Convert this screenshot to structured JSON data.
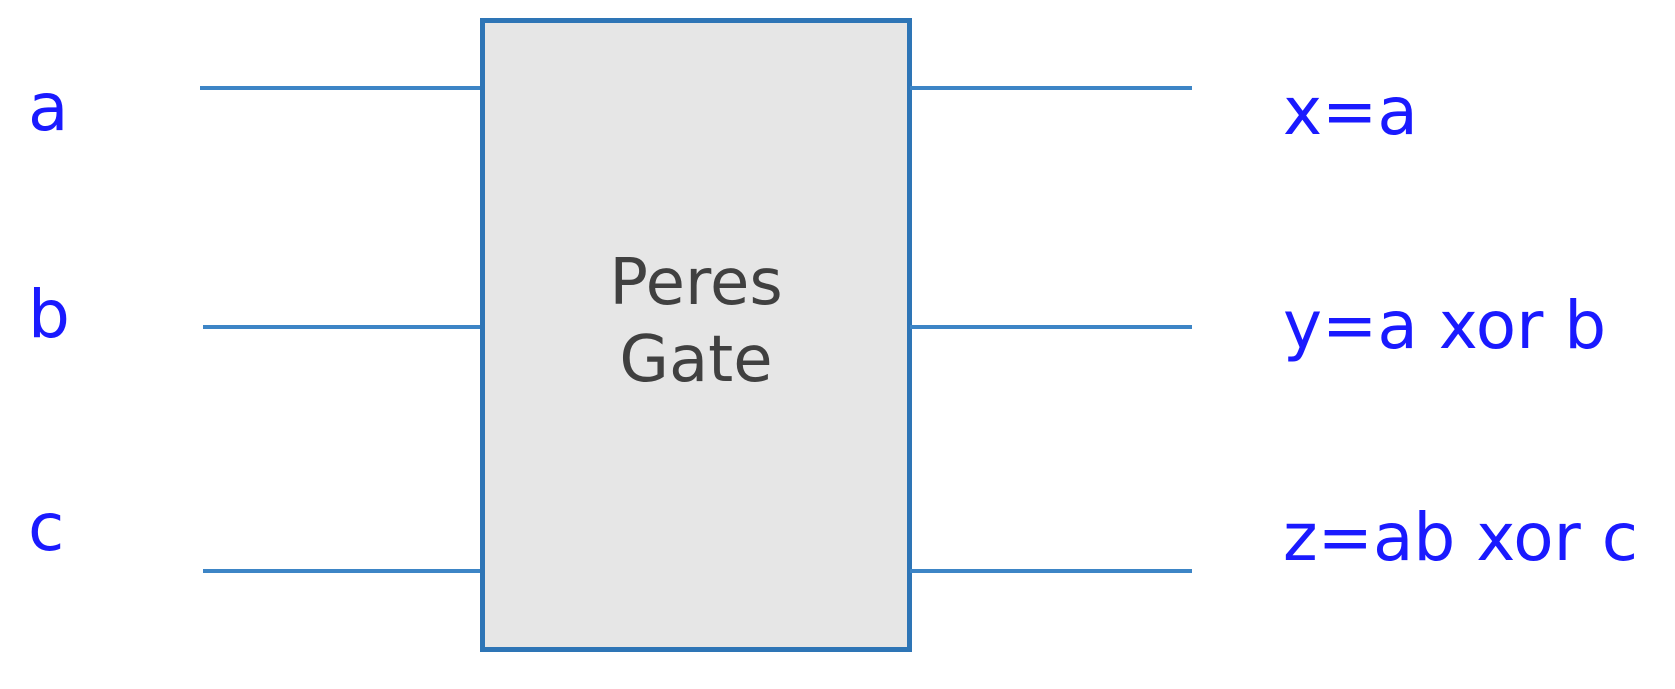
{
  "colors": {
    "label_text": "#1a1aff",
    "wire": "#3d85c6",
    "gate_fill": "#e6e6e6",
    "gate_border": "#2e75b6",
    "gate_text": "#404040"
  },
  "inputs": [
    {
      "label": "a"
    },
    {
      "label": "b"
    },
    {
      "label": "c"
    }
  ],
  "gate": {
    "title_line1": "Peres",
    "title_line2": "Gate"
  },
  "outputs": [
    {
      "label": "x=a"
    },
    {
      "label": "y=a xor b"
    },
    {
      "label": "z=ab xor c"
    }
  ]
}
